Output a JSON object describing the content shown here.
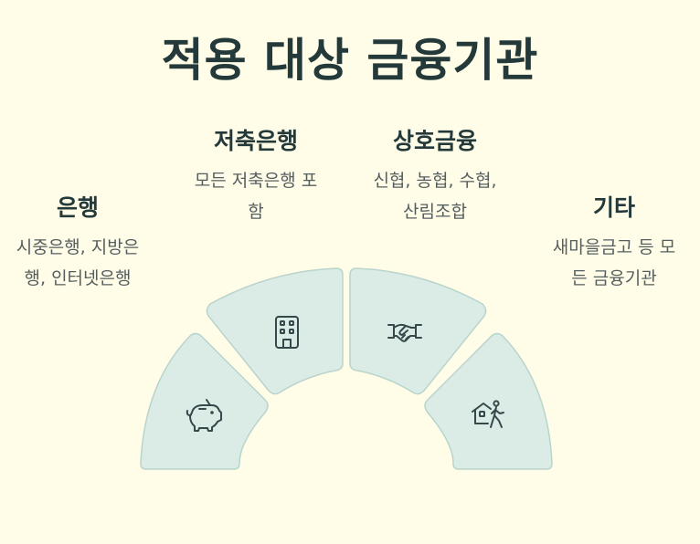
{
  "title": "적용 대상 금융기관",
  "segments": [
    {
      "title": "은행",
      "desc_lines": [
        "시중은행, 지방은",
        "행, 인터넷은행"
      ],
      "icon": "piggy-bank-icon"
    },
    {
      "title": "저축은행",
      "desc_lines": [
        "모든 저축은행 포",
        "함"
      ],
      "icon": "building-icon"
    },
    {
      "title": "상호금융",
      "desc_lines": [
        "신협, 농협, 수협,",
        "산림조합"
      ],
      "icon": "handshake-icon"
    },
    {
      "title": "기타",
      "desc_lines": [
        "새마을금고 등 모",
        "든 금융기관"
      ],
      "icon": "house-person-icon"
    }
  ],
  "colors": {
    "background": "#fffde8",
    "segment_fill": "#dbece6",
    "segment_stroke": "#b9d4cc",
    "text_dark": "#243a3a",
    "text_body": "#555e5e"
  }
}
